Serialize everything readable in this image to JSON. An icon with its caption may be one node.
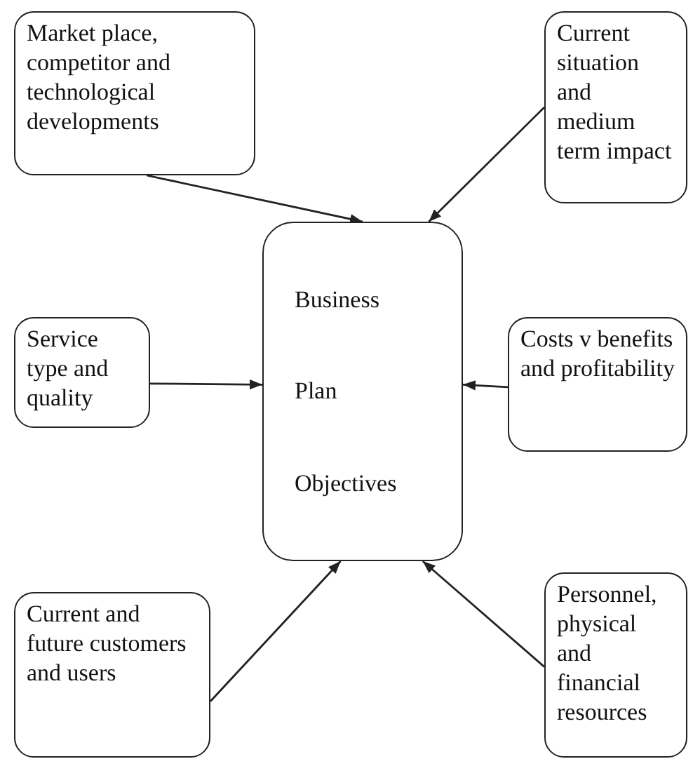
{
  "diagram": {
    "nodes": [
      {
        "text": [
          "Market place, competitor and technological developments"
        ]
      },
      {
        "text": [
          "Current situation and medium term impact"
        ]
      },
      {
        "text": [
          "Business",
          "Plan",
          "Objectives"
        ]
      },
      {
        "text": [
          "Service type and quality"
        ]
      },
      {
        "text": [
          "Costs v benefits and profitability"
        ]
      },
      {
        "text": [
          "Current and future customers and users"
        ]
      },
      {
        "text": [
          "Personnel, physical and financial resources"
        ]
      }
    ],
    "edges": [
      {
        "from": 0,
        "to": 2,
        "arrow": "to"
      },
      {
        "from": 1,
        "to": 2,
        "arrow": "to"
      },
      {
        "from": 3,
        "to": 2,
        "arrow": "to"
      },
      {
        "from": 4,
        "to": 2,
        "arrow": "to"
      },
      {
        "from": 5,
        "to": 2,
        "arrow": "to"
      },
      {
        "from": 6,
        "to": 2,
        "arrow": "to"
      }
    ]
  }
}
